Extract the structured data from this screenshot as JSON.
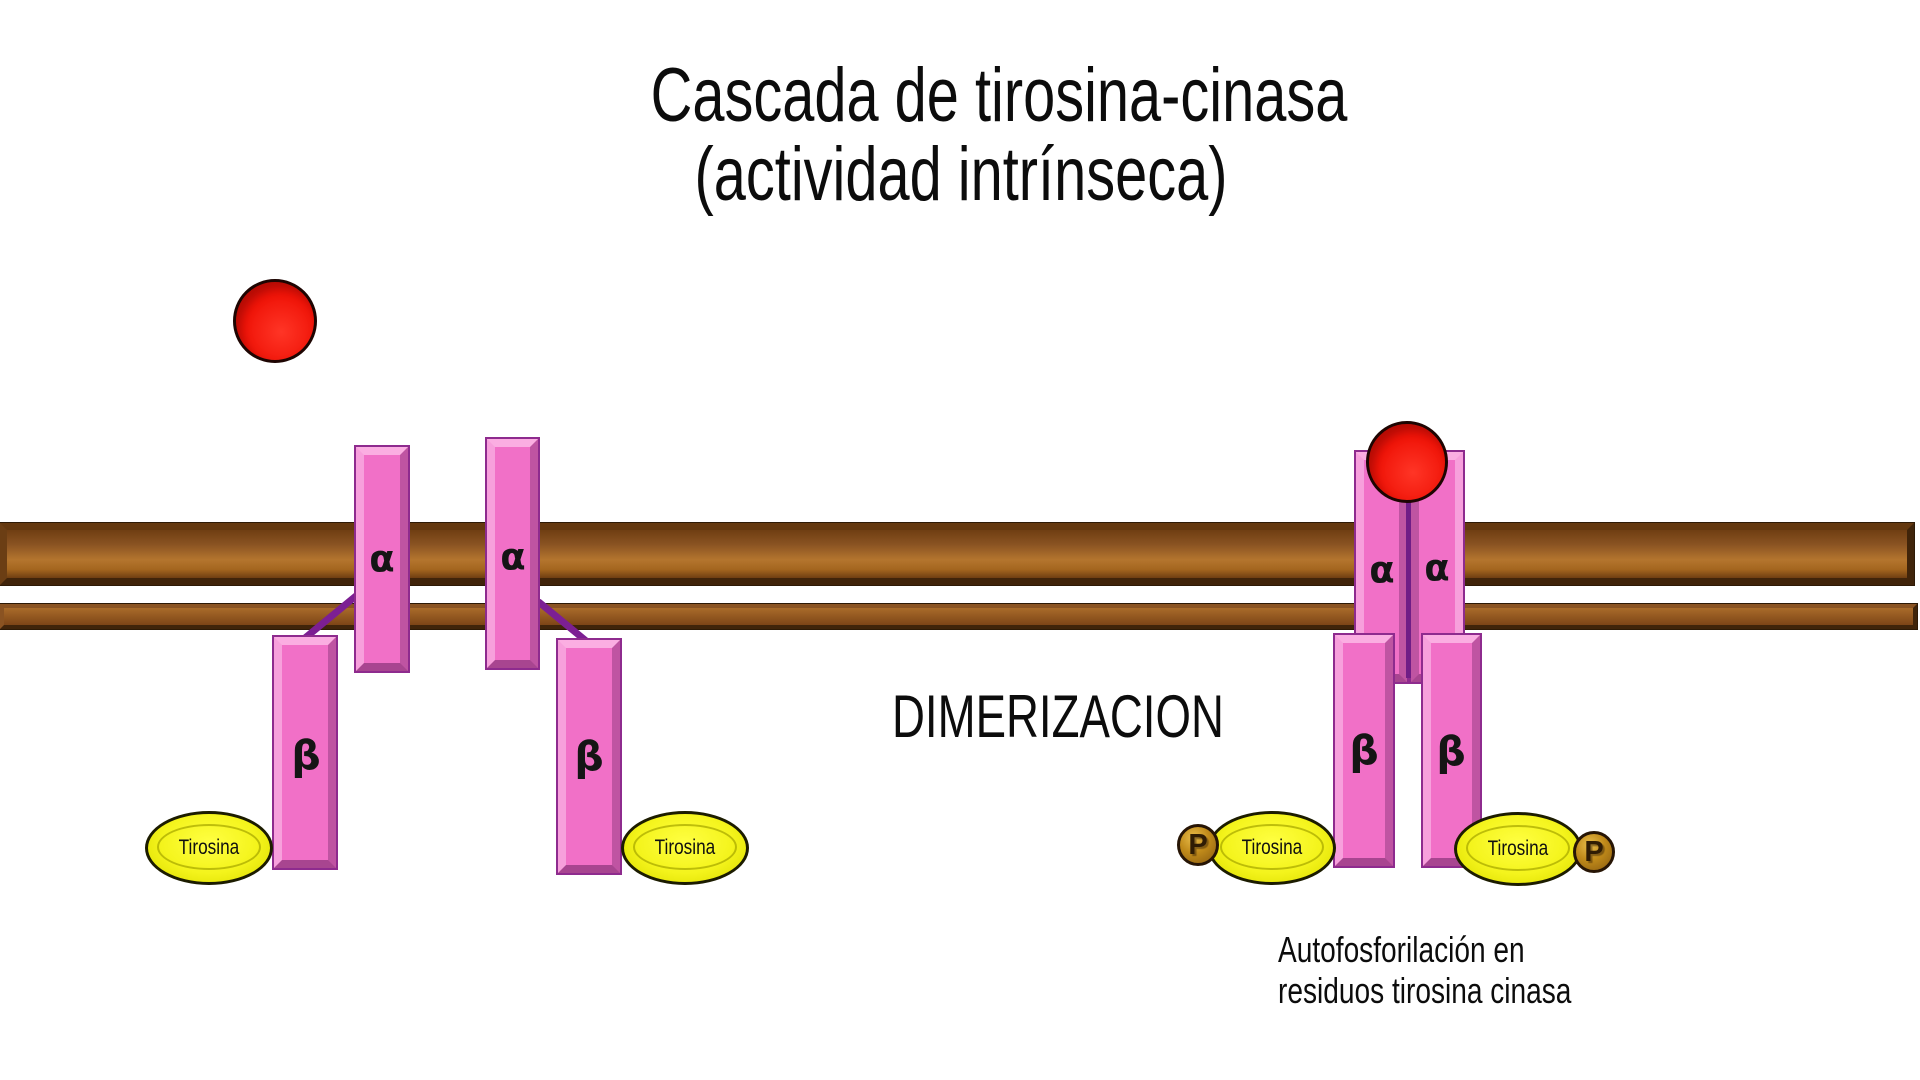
{
  "title": {
    "line1": "Cascada de tirosina-cinasa",
    "line2": "(actividad intrínseca)"
  },
  "stage_labels": {
    "dimerization": "DIMERIZACION",
    "autophosphorylation_line1": "Autofosforilación en",
    "autophosphorylation_line2": "residuos tirosina cinasa"
  },
  "subunits": {
    "alpha": "α",
    "beta": "β"
  },
  "molecules": {
    "tyrosine": "Tirosina",
    "phosphate": "P"
  },
  "colors": {
    "background": "#ffffff",
    "membrane_brown_light": "#b4752e",
    "membrane_brown_dark": "#40240a",
    "receptor_pink": "#f170c7",
    "receptor_pink_light": "#fbaee2",
    "receptor_pink_dark": "#bf54a2",
    "receptor_outline_purple": "#8e2b8e",
    "connector_purple": "#7c1f93",
    "ligand_red": "#ee1409",
    "tyrosine_yellow": "#f2f214",
    "phosphate_gold": "#c08a1a",
    "text": "#0c0c0c"
  }
}
